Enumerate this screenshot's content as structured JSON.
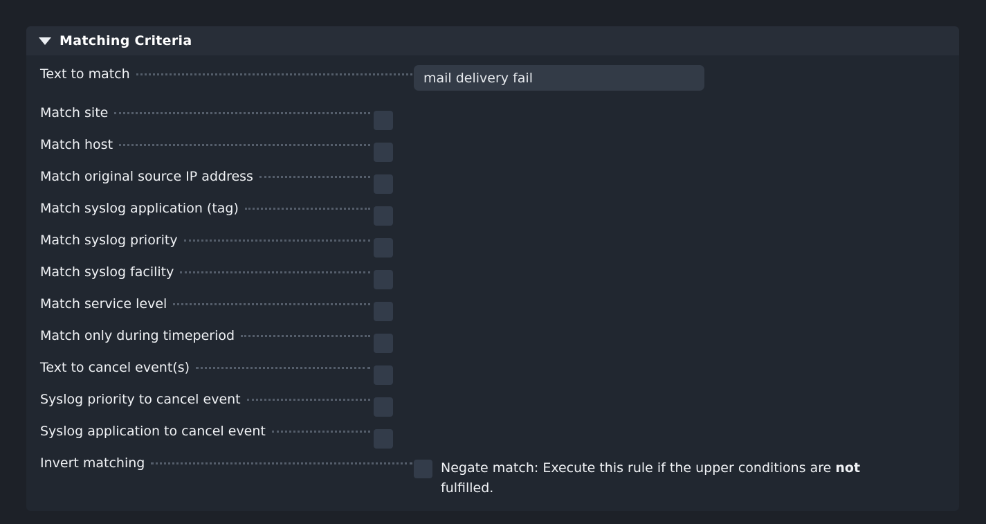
{
  "panel": {
    "title": "Matching Criteria",
    "disclosure_icon": "triangle-down-icon",
    "expanded": true
  },
  "colors": {
    "page_background": "#1d2128",
    "panel_header_background": "#282e38",
    "panel_body_background": "#212730",
    "checkbox_fill": "#333c4a",
    "input_background": "#333b47",
    "label_text": "#f0f2f5",
    "leader_dots": "#555e6b",
    "title_text": "#ffffff"
  },
  "rows": [
    {
      "id": "text-to-match",
      "label": "Text to match",
      "control": "text-input",
      "value": "mail delivery fail",
      "placeholder": ""
    },
    {
      "id": "match-site",
      "label": "Match site",
      "control": "checkbox",
      "checked": false
    },
    {
      "id": "match-host",
      "label": "Match host",
      "control": "checkbox",
      "checked": false
    },
    {
      "id": "match-original-source-ip-address",
      "label": "Match original source IP address",
      "control": "checkbox",
      "checked": false
    },
    {
      "id": "match-syslog-application-tag",
      "label": "Match syslog application (tag)",
      "control": "checkbox",
      "checked": false
    },
    {
      "id": "match-syslog-priority",
      "label": "Match syslog priority",
      "control": "checkbox",
      "checked": false
    },
    {
      "id": "match-syslog-facility",
      "label": "Match syslog facility",
      "control": "checkbox",
      "checked": false
    },
    {
      "id": "match-service-level",
      "label": "Match service level",
      "control": "checkbox",
      "checked": false
    },
    {
      "id": "match-only-during-timeperiod",
      "label": "Match only during timeperiod",
      "control": "checkbox",
      "checked": false
    },
    {
      "id": "text-to-cancel-events",
      "label": "Text to cancel event(s)",
      "control": "checkbox",
      "checked": false
    },
    {
      "id": "syslog-priority-to-cancel-event",
      "label": "Syslog priority to cancel event",
      "control": "checkbox",
      "checked": false
    },
    {
      "id": "syslog-application-to-cancel-event",
      "label": "Syslog application to cancel event",
      "control": "checkbox",
      "checked": false
    }
  ],
  "invert_matching": {
    "id": "invert-matching",
    "label": "Invert matching",
    "checked": false,
    "description_part1": "Negate match: Execute this rule if the upper conditions are ",
    "description_emphasis": "not",
    "description_part2": " fulfilled."
  }
}
